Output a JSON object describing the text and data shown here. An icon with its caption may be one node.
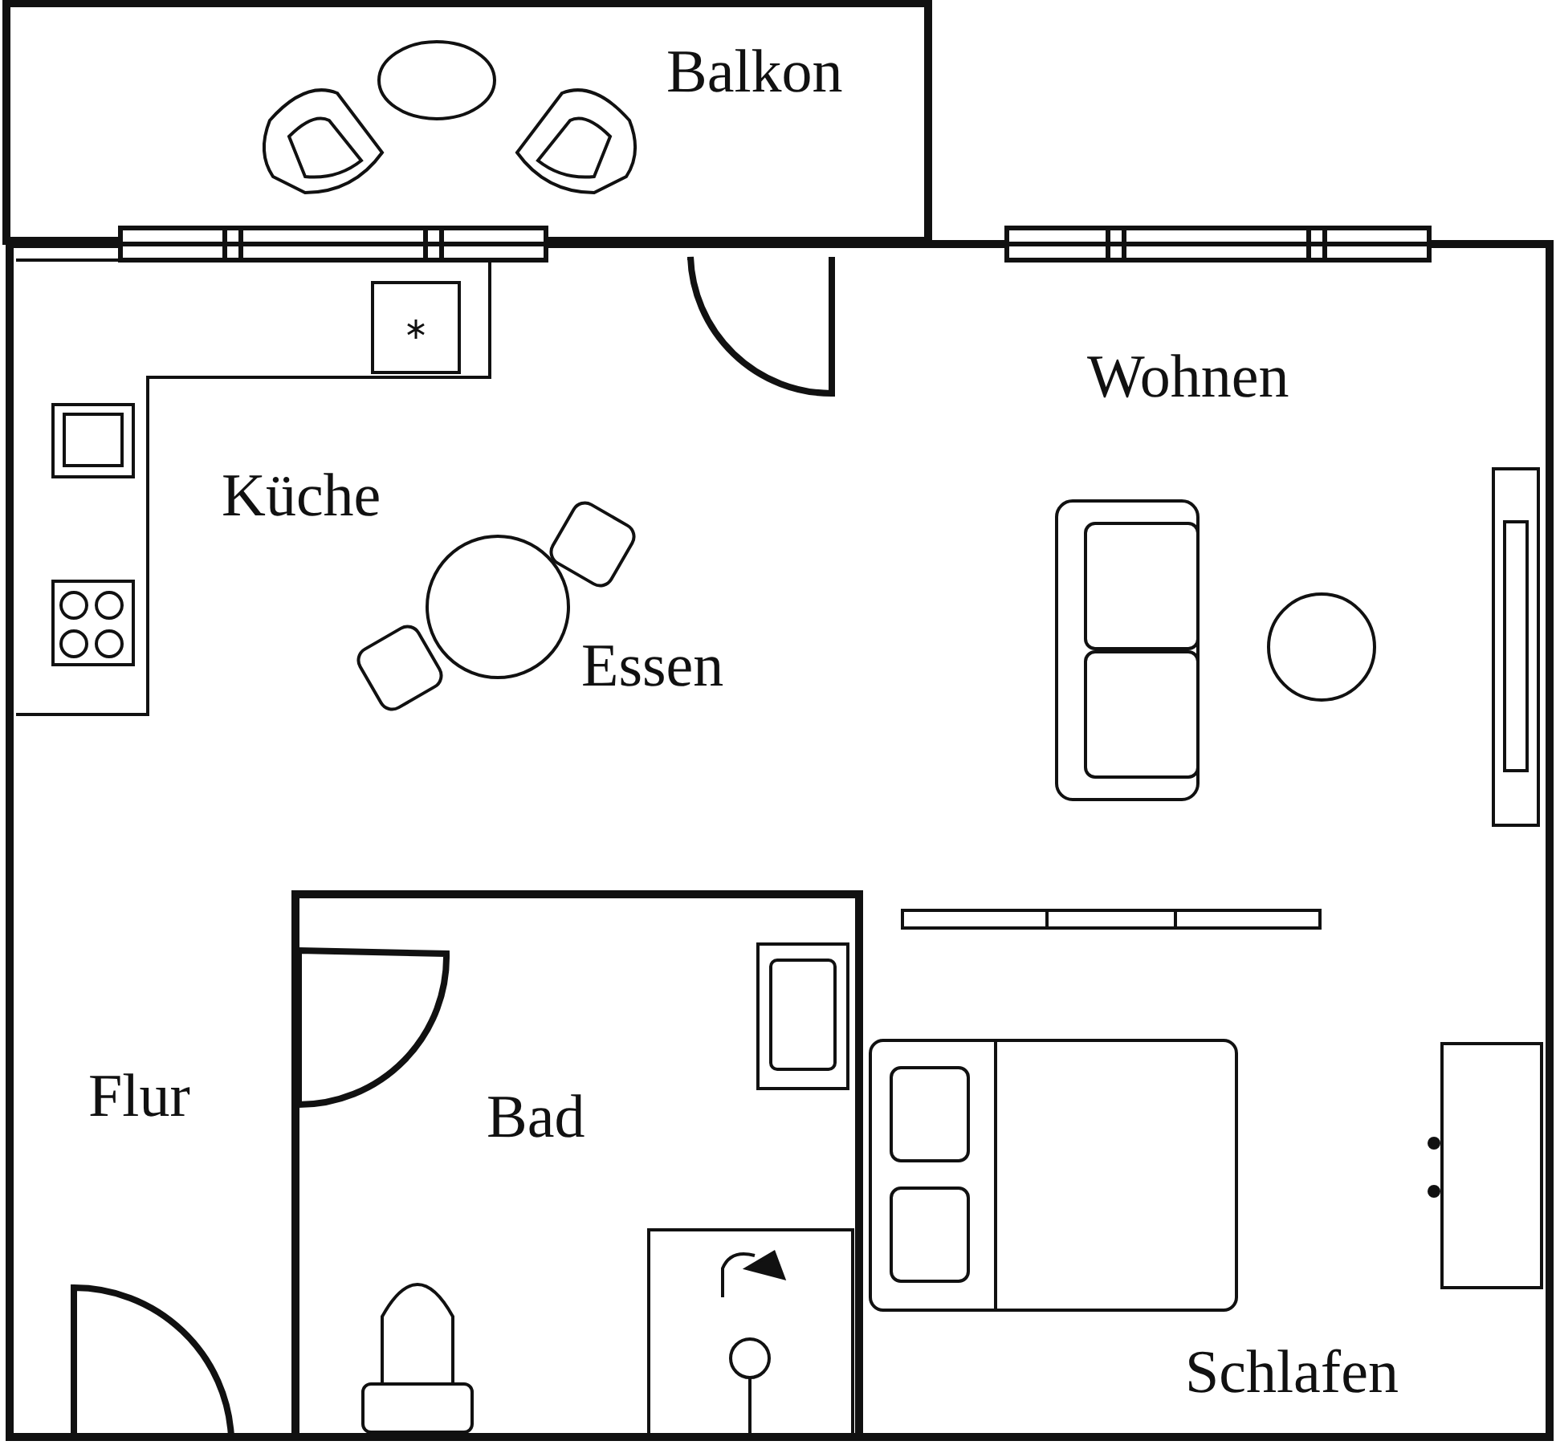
{
  "diagram": {
    "labels": [
      "Balkon",
      "Wohnen",
      "Küche",
      "Essen",
      "Flur",
      "Bad",
      "Schlafen"
    ]
  }
}
